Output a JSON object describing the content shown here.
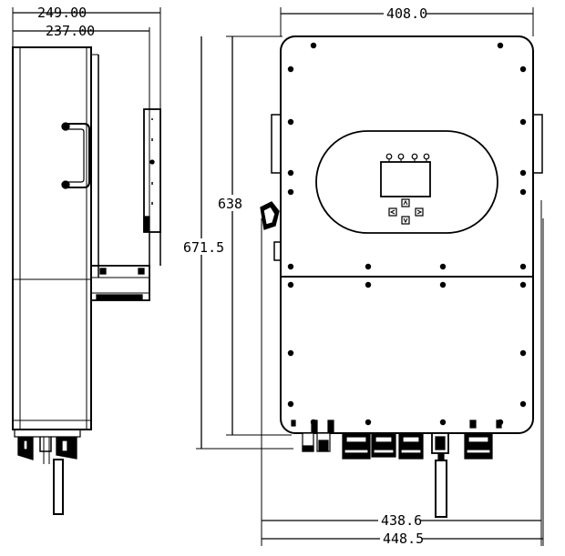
{
  "dimensions": {
    "side_outer_width": "249.00",
    "side_inner_width": "237.00",
    "front_width": "408.0",
    "front_inner_height": "638",
    "front_total_height": "671.5",
    "bottom_width_inner": "438.6",
    "bottom_width_outer": "448.5"
  },
  "colors": {
    "line": "#000000",
    "background": "#ffffff"
  }
}
